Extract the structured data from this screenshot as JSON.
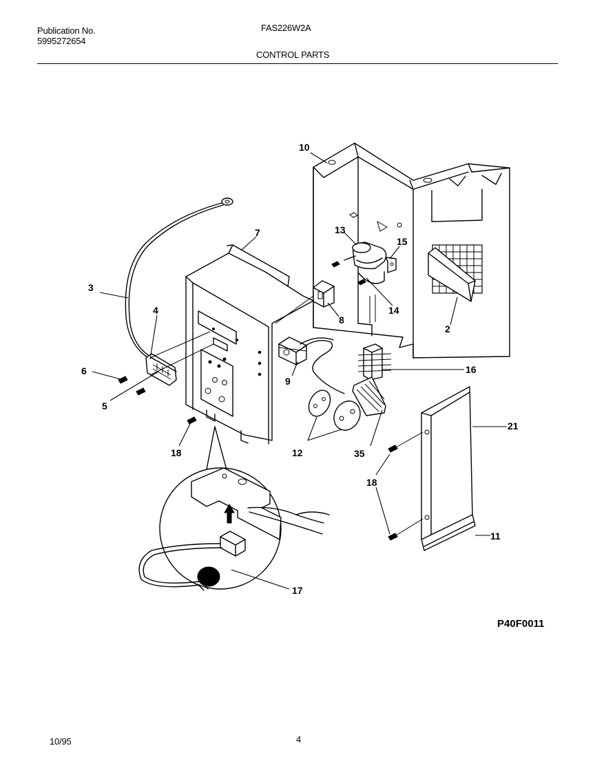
{
  "header": {
    "publication_label": "Publication No.",
    "publication_number": "5995272654",
    "model": "FAS226W2A",
    "section_title": "CONTROL PARTS"
  },
  "callouts": {
    "c2": "2",
    "c3": "3",
    "c4": "4",
    "c5": "5",
    "c6": "6",
    "c7": "7",
    "c8": "8",
    "c9": "9",
    "c10": "10",
    "c11": "11",
    "c12": "12",
    "c13": "13",
    "c14": "14",
    "c15": "15",
    "c16": "16",
    "c17": "17",
    "c18a": "18",
    "c18b": "18",
    "c21": "21",
    "c35": "35"
  },
  "figure_code": "P40F0011",
  "footer": {
    "date": "10/95",
    "page_number": "4"
  }
}
